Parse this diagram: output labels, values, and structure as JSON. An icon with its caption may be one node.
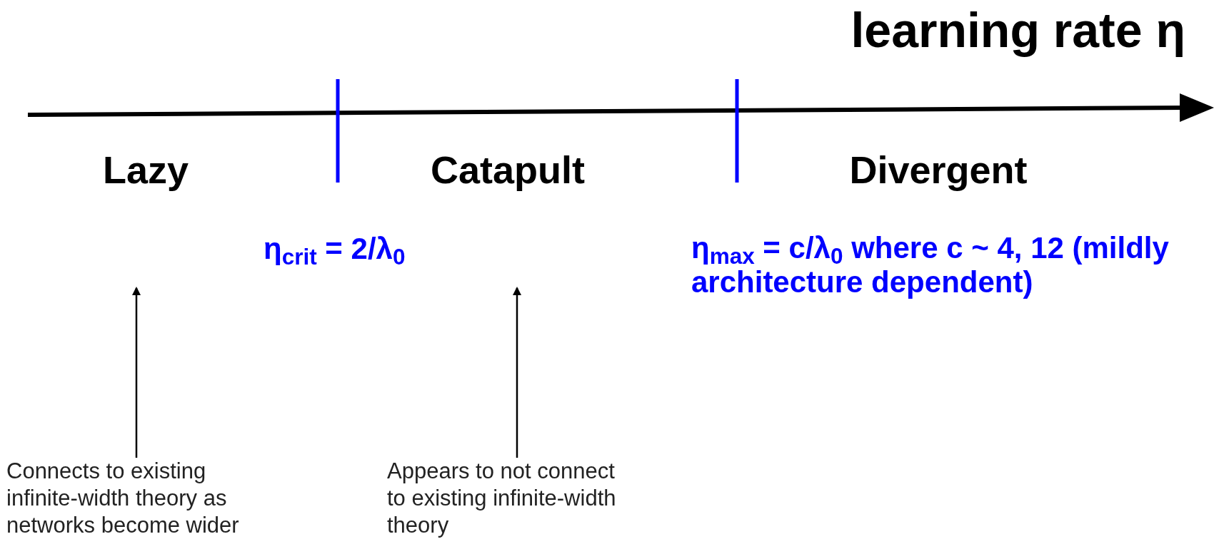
{
  "diagram": {
    "title": "learning rate η",
    "nodes": [
      {
        "text": [
          "Connects to existing infinite-width theory as networks become wider"
        ]
      },
      {
        "text": [
          "Appears to not connect to existing infinite-width theory"
        ]
      }
    ],
    "edges": [
      {
        "from": 0,
        "to": null,
        "arrow": "to"
      },
      {
        "from": 1,
        "to": null,
        "arrow": "to"
      }
    ],
    "labels": [
      "Lazy",
      "Catapult",
      "Divergent",
      "η$_{crit}$ = 2/λ$_{0}$",
      "η$_{max}$ = c/λ$_{0}$ where c ~ 4, 12 (mildly architecture dependent)"
    ]
  }
}
